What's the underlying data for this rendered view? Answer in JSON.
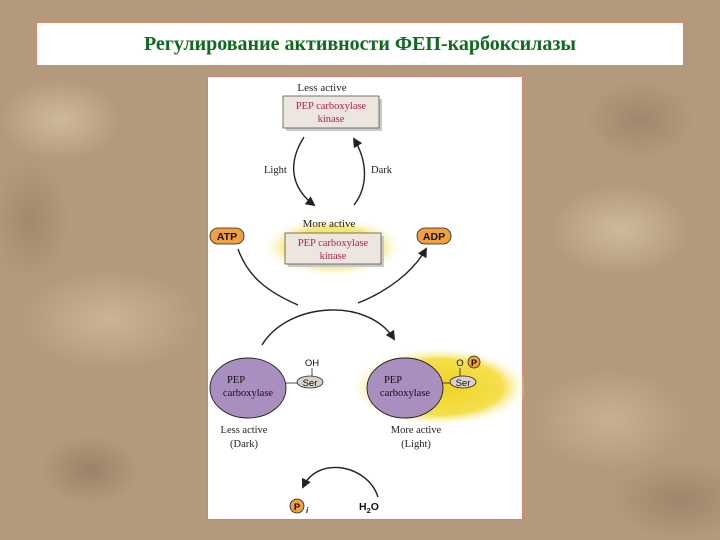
{
  "title": "Регулирование активности ФЕП-карбоксилазы",
  "diagram": {
    "kinase_top": {
      "state": "Less active",
      "label_line1": "PEP carboxylase",
      "label_line2": "kinase"
    },
    "kinase_bottom": {
      "state": "More active",
      "label_line1": "PEP carboxylase",
      "label_line2": "kinase"
    },
    "light_label": "Light",
    "dark_label": "Dark",
    "atp": "ATP",
    "adp": "ADP",
    "enzyme_left": {
      "name_line1": "PEP",
      "name_line2": "carboxylase",
      "group": "OH",
      "residue": "Ser",
      "state": "Less active",
      "condition": "(Dark)"
    },
    "enzyme_right": {
      "name_line1": "PEP",
      "name_line2": "carboxylase",
      "group": "O",
      "phosphate": "P",
      "residue": "Ser",
      "state": "More active",
      "condition": "(Light)"
    },
    "pi": {
      "p": "P",
      "sub": "i"
    },
    "h2o": {
      "h": "H",
      "sub": "2",
      "o": "O"
    }
  },
  "colors": {
    "title": "#0e6b1e",
    "kinase_text": "#b0264a",
    "enzyme_fill": "#a98ec0",
    "highlight": "#f2dc2e",
    "cofactor": "#f0a040"
  }
}
